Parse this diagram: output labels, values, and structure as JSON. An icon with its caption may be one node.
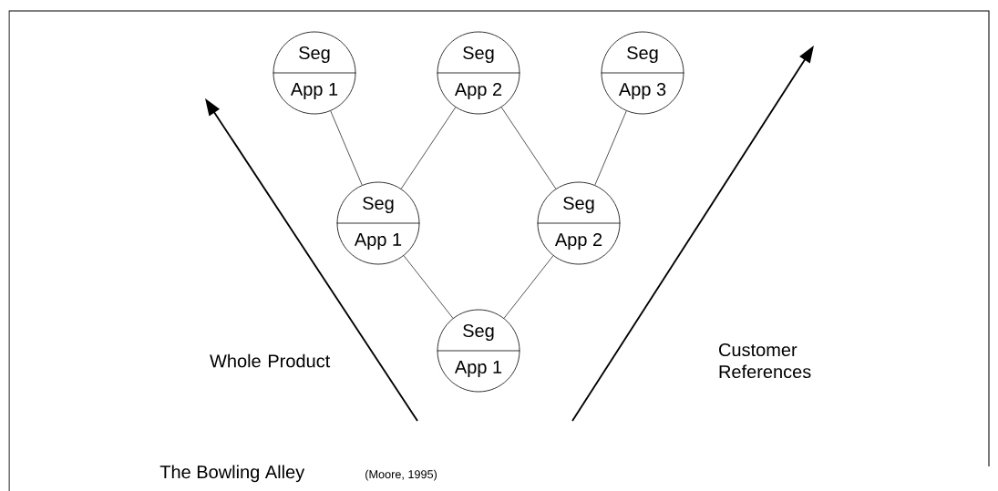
{
  "diagram": {
    "caption": "The Bowling Alley",
    "nodes": [
      {
        "text": [
          "Seg",
          "App 1"
        ]
      },
      {
        "text": [
          "Seg",
          "App 2"
        ]
      },
      {
        "text": [
          "Seg",
          "App 3"
        ]
      },
      {
        "text": [
          "Seg",
          "App 1"
        ]
      },
      {
        "text": [
          "Seg",
          "App 2"
        ]
      },
      {
        "text": [
          "Seg",
          "App 1"
        ]
      }
    ],
    "edges": [
      {
        "from": 0,
        "to": 3,
        "arrow": "none"
      },
      {
        "from": 1,
        "to": 3,
        "arrow": "none"
      },
      {
        "from": 1,
        "to": 4,
        "arrow": "none"
      },
      {
        "from": 2,
        "to": 4,
        "arrow": "none"
      },
      {
        "from": 3,
        "to": 5,
        "arrow": "none"
      },
      {
        "from": 4,
        "to": 5,
        "arrow": "none"
      }
    ],
    "labels": [
      "Whole Product",
      "Customer References",
      "(Moore, 1995)"
    ]
  }
}
